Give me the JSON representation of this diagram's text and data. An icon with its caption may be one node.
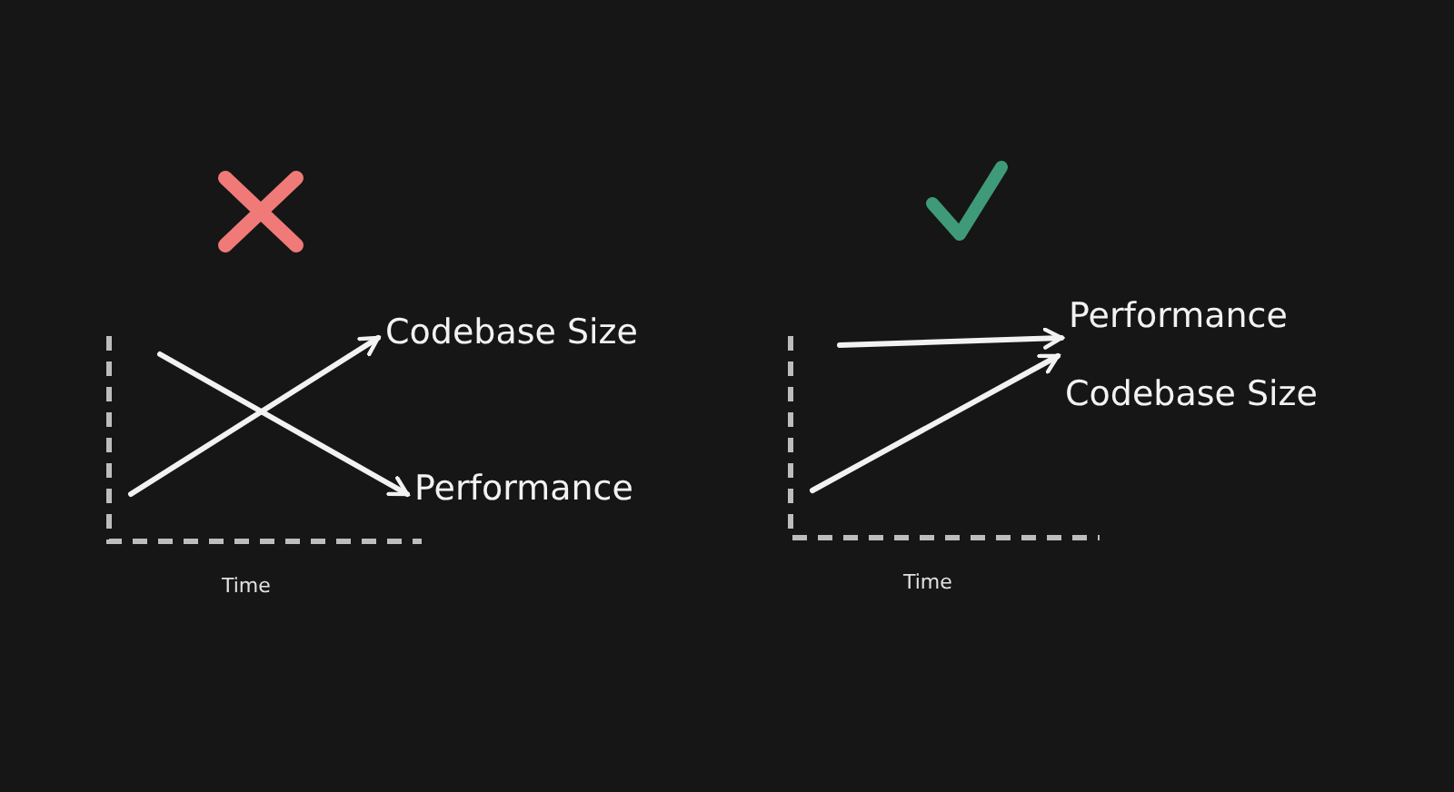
{
  "diagram": {
    "nodes": [
      {
        "text": [
          "Codebase Size"
        ]
      },
      {
        "text": [
          "Performance"
        ]
      },
      {
        "text": [
          "Performance"
        ]
      },
      {
        "text": [
          "Codebase Size"
        ]
      }
    ],
    "edges": [
      {
        "from": null,
        "to": 0,
        "arrow": "to"
      },
      {
        "from": null,
        "to": 1,
        "arrow": "to"
      },
      {
        "from": null,
        "to": 2,
        "arrow": "to"
      },
      {
        "from": null,
        "to": 3,
        "arrow": "to"
      }
    ],
    "labels": [
      "Time",
      "Time"
    ]
  }
}
